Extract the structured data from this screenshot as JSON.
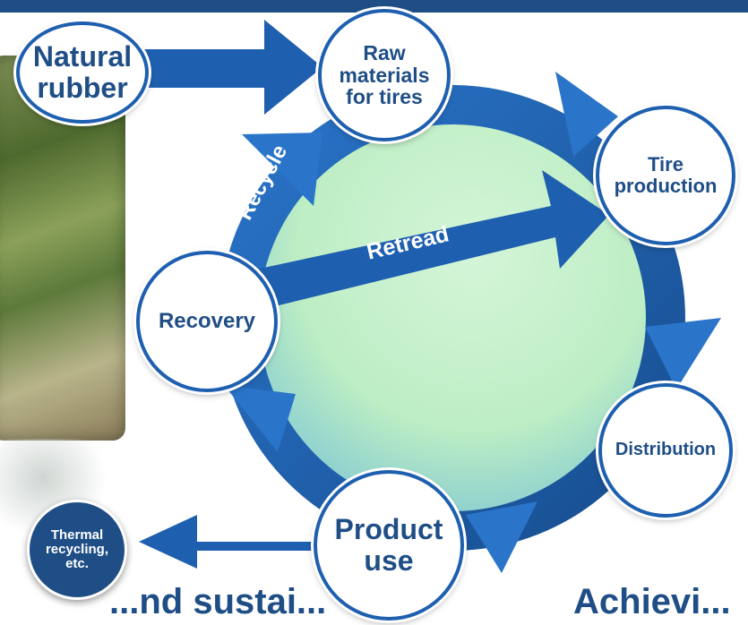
{
  "nodes": {
    "natural_rubber": "Natural rubber",
    "raw_materials": "Raw materials for tires",
    "tire_production": "Tire production",
    "distribution": "Distribution",
    "product_use": "Product use",
    "recovery": "Recovery",
    "thermal_recycling": "Thermal recycling, etc."
  },
  "arrows": {
    "recycle": "Recycle",
    "retread": "Retread"
  },
  "bottom_text": {
    "left": "...nd sustai...",
    "right": "Achievi..."
  },
  "colors": {
    "arrow_blue": "#1e5fb0",
    "arrow_dark": "#17477f",
    "text_blue": "#1f4e86",
    "center_fill": "#c9f0cf",
    "center_fill_lower": "#7ac4d9",
    "header_bar": "#1f4e86"
  }
}
